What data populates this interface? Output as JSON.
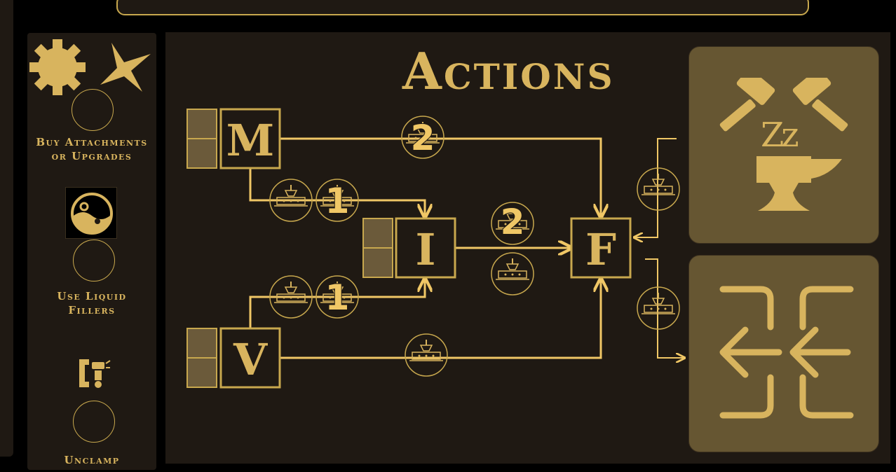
{
  "header": {
    "title": "Actions"
  },
  "sidebar": {
    "actions": [
      {
        "label": "Buy Attachments or Upgrades",
        "icons": [
          "gear-icon",
          "star-icon"
        ]
      },
      {
        "label": "Use Liquid Fillers",
        "icons": [
          "liquid-filler-icon"
        ]
      },
      {
        "label": "Unclamp",
        "icons": [
          "clamp-icon"
        ]
      }
    ]
  },
  "flow": {
    "nodes": [
      {
        "id": "M",
        "letter": "M"
      },
      {
        "id": "I",
        "letter": "I"
      },
      {
        "id": "V",
        "letter": "V"
      },
      {
        "id": "F",
        "letter": "F"
      }
    ],
    "costs": [
      {
        "edge": "M-F",
        "value": "2"
      },
      {
        "edge": "M-I",
        "value": "1"
      },
      {
        "edge": "I-F",
        "value": "2"
      },
      {
        "edge": "V-I",
        "value": "1"
      }
    ]
  },
  "cards": [
    {
      "name": "rest-card",
      "text": "Zz",
      "icons": [
        "hammers-icon",
        "anvil-icon"
      ]
    },
    {
      "name": "compress-card",
      "icons": [
        "compress-arrows-icon"
      ]
    }
  ],
  "colors": {
    "background": "#000000",
    "panel": "#1f1913",
    "gold": "#d8b45e",
    "gold_line": "#f0c766",
    "card": "#665632",
    "slot": "#6b5a3a"
  }
}
